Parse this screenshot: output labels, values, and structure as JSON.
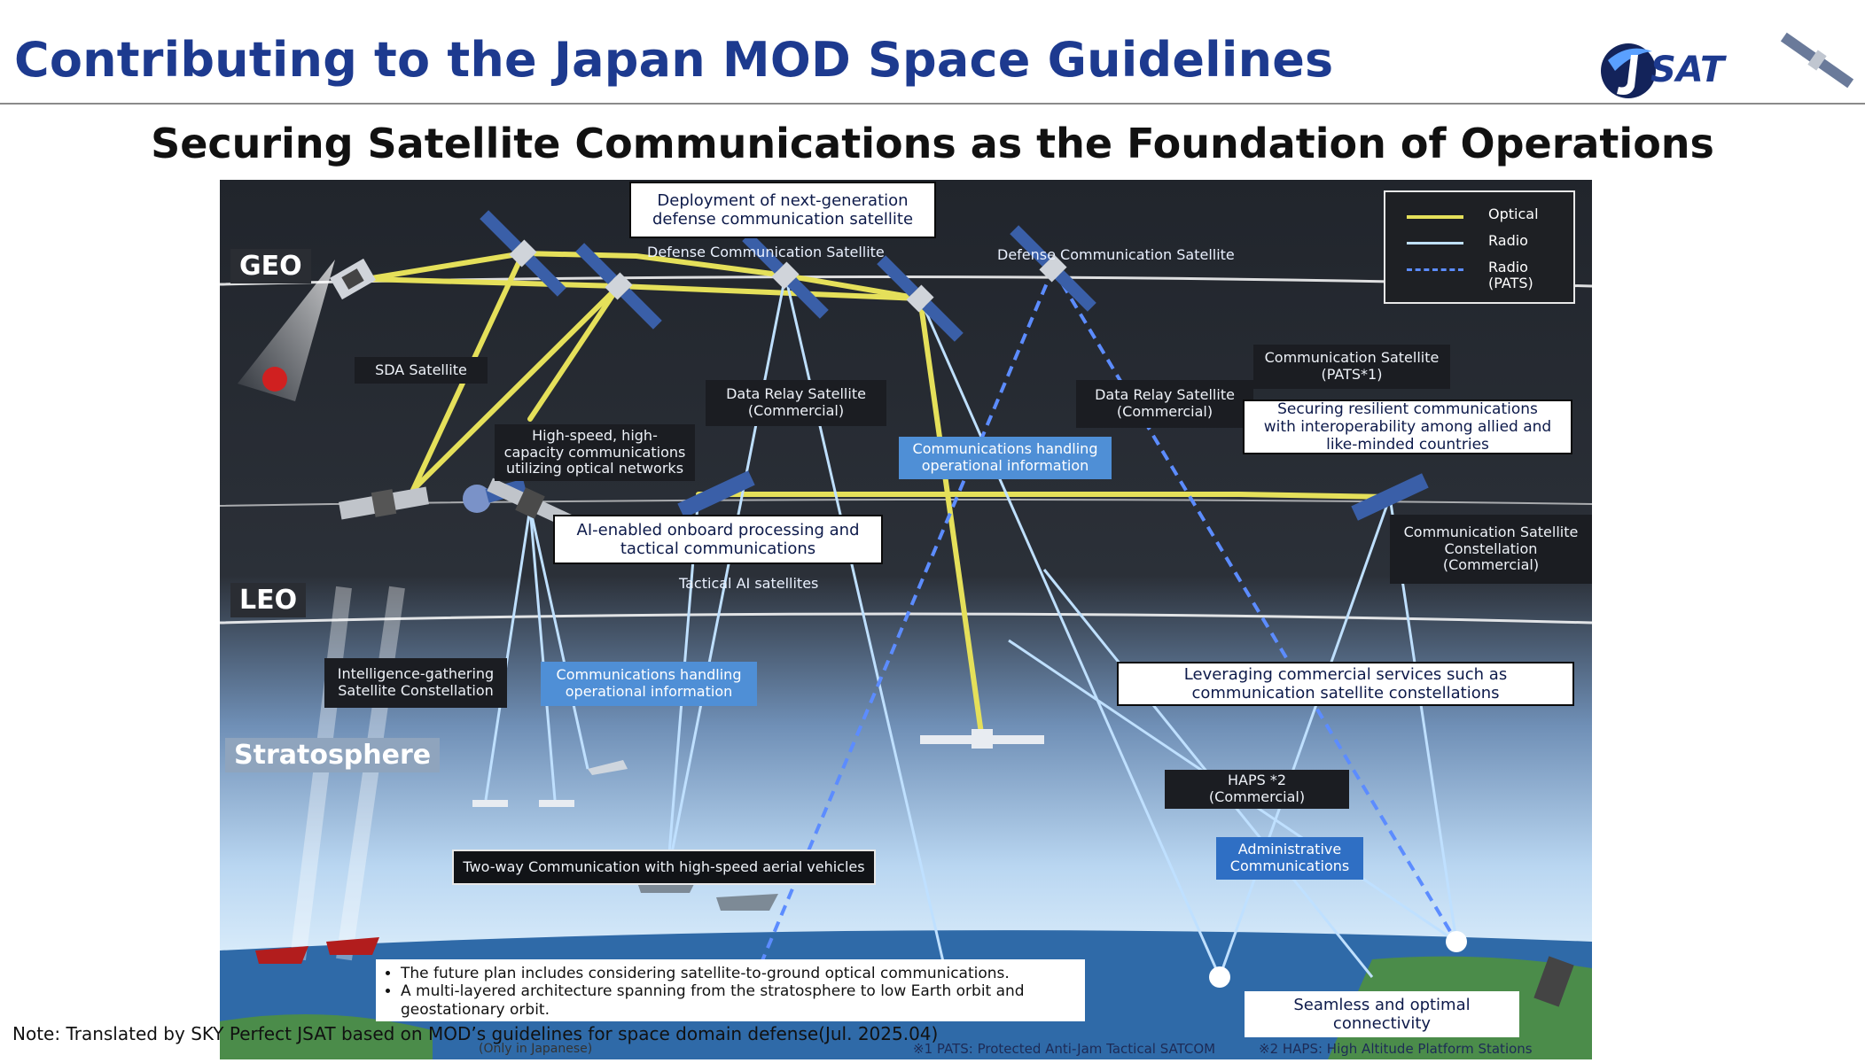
{
  "header": {
    "title": "Contributing to the Japan MOD Space Guidelines",
    "logo_text": "SAT"
  },
  "subtitle": "Securing Satellite Communications as the Foundation of Operations",
  "layers": {
    "geo": "GEO",
    "leo": "LEO",
    "stratosphere": "Stratosphere"
  },
  "legend": {
    "optical": "Optical",
    "radio": "Radio",
    "radio_pats": "Radio\n(PATS)"
  },
  "colors": {
    "optical": "#e5e05a",
    "radio": "#bfe0ff",
    "pats": "#5c8cff",
    "title": "#1d3a8f"
  },
  "callouts": {
    "next_gen": "Deployment of next-generation\ndefense communication satellite",
    "high_speed": "High-speed, high-\ncapacity communications\nutilizing optical networks",
    "ai_processing": "AI-enabled onboard processing and\ntactical communications",
    "resilient": "Securing resilient communications\nwith interoperability among allied and\nlike-minded countries",
    "commercial_services": "Leveraging commercial services such as\ncommunication satellite constellations",
    "two_way": "Two-way Communication with high-speed aerial vehicles",
    "seamless": "Seamless and optimal\nconnectivity",
    "ops_info_upper": "Communications handling\noperational information",
    "ops_info_lower": "Communications handling\noperational information",
    "admin": "Administrative\nCommunications"
  },
  "labels": {
    "defense_sat_1": "Defense Communication Satellite",
    "defense_sat_2": "Defense Communication Satellite",
    "sda_sat": "SDA Satellite",
    "data_relay_1": "Data Relay Satellite\n(Commercial)",
    "data_relay_2": "Data Relay Satellite\n(Commercial)",
    "comm_sat_pats": "Communication Satellite\n(PATS*1)",
    "comm_constellation": "Communication Satellite\nConstellation\n(Commercial)",
    "tactical_ai": "Tactical AI satellites",
    "intel_constellation": "Intelligence-gathering\nSatellite Constellation",
    "haps": "HAPS *2\n(Commercial)"
  },
  "notes": [
    "The future plan includes considering satellite-to-ground optical communications.",
    "A multi-layered architecture spanning from the stratosphere to low Earth orbit and geostationary orbit."
  ],
  "footnotes": {
    "pats": "※1 PATS: Protected Anti-Jam Tactical SATCOM",
    "haps": "※2 HAPS: High Altitude Platform Stations"
  },
  "note": "Note: Translated by SKY Perfect JSAT based on MOD’s guidelines for space domain defense(Jul. 2025.04)",
  "sub_note": "(Only in Japanese)"
}
